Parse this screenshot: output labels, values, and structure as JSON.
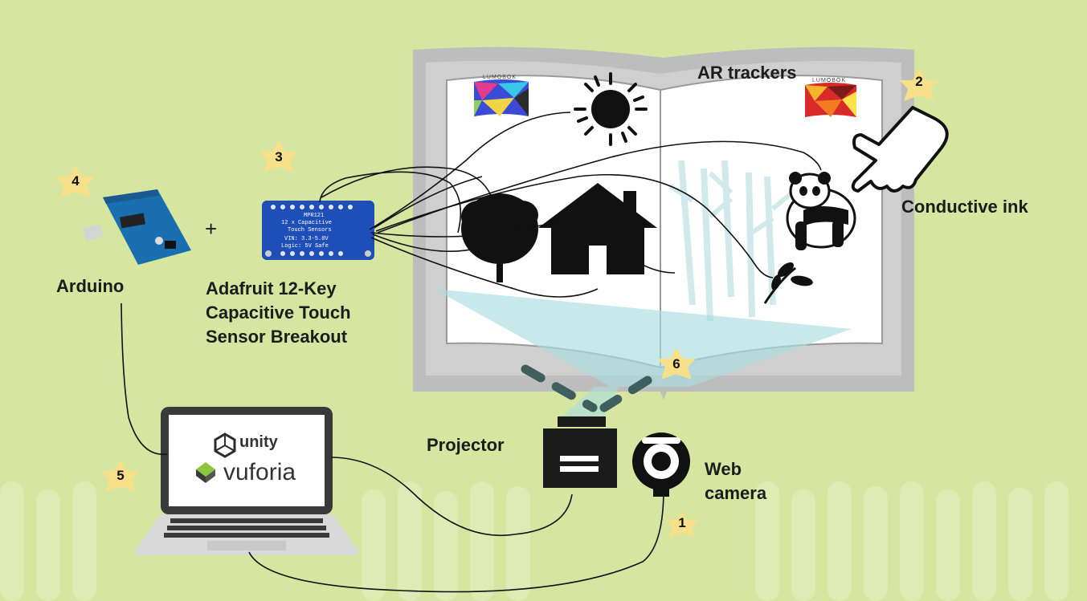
{
  "labels": {
    "ar_trackers": "AR trackers",
    "conductive_ink": "Conductive ink",
    "arduino": "Arduino",
    "plus": "+",
    "adafruit": [
      "Adafruit 12-Key",
      "Capacitive Touch",
      "Sensor Breakout"
    ],
    "projector": "Projector",
    "web_camera": [
      "Web",
      "camera"
    ]
  },
  "badges": [
    "1",
    "2",
    "3",
    "4",
    "5",
    "6"
  ],
  "tracker_text": "LUMOBOK",
  "laptop": {
    "unity_text": "unity",
    "vuforia_text": "vuforia"
  },
  "sensor_board": {
    "title": "MPR121",
    "lines": [
      "12 x Capacitive",
      "Touch Sensors",
      "VIN: 3.3-5.0V",
      "Logic: 5V Safe"
    ]
  },
  "colors": {
    "background": "#d6e5a0",
    "book_cover": "#bdbdbd",
    "badge": "#f8e08a",
    "projection": "#a9dde0",
    "board": "#1e4fb8"
  }
}
